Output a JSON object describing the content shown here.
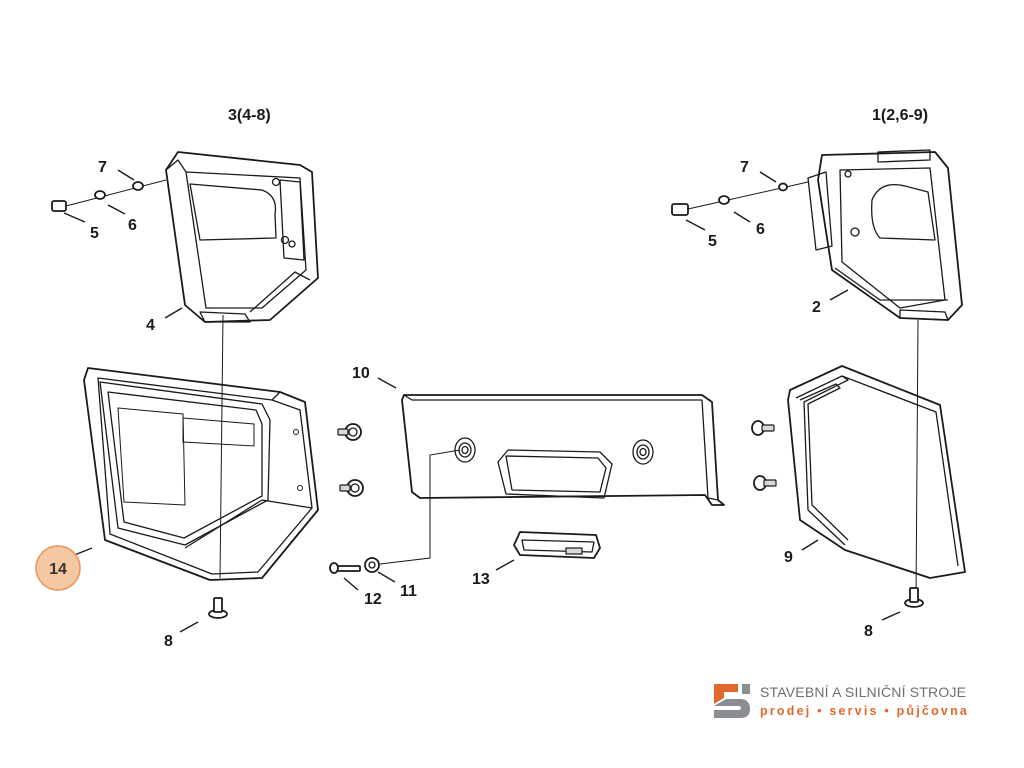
{
  "diagram": {
    "headers": {
      "left_assembly": "3(4-8)",
      "right_assembly": "1(2,6-9)"
    },
    "callouts": {
      "l7": "7",
      "l5": "5",
      "l6": "6",
      "l4": "4",
      "r7": "7",
      "r5": "5",
      "r6": "6",
      "r2": "2",
      "c10": "10",
      "c11": "11",
      "c12": "12",
      "c13": "13",
      "l8": "8",
      "r8": "8",
      "r9": "9",
      "highlight14": "14"
    },
    "highlight_color": "#f6c7a3"
  },
  "logo": {
    "line1": "STAVEBNÍ A SILNIČNÍ STROJE",
    "line2": "prodej • servis • půjčovna",
    "colors": {
      "orange": "#e06a2c",
      "grey": "#6b6f74"
    }
  }
}
